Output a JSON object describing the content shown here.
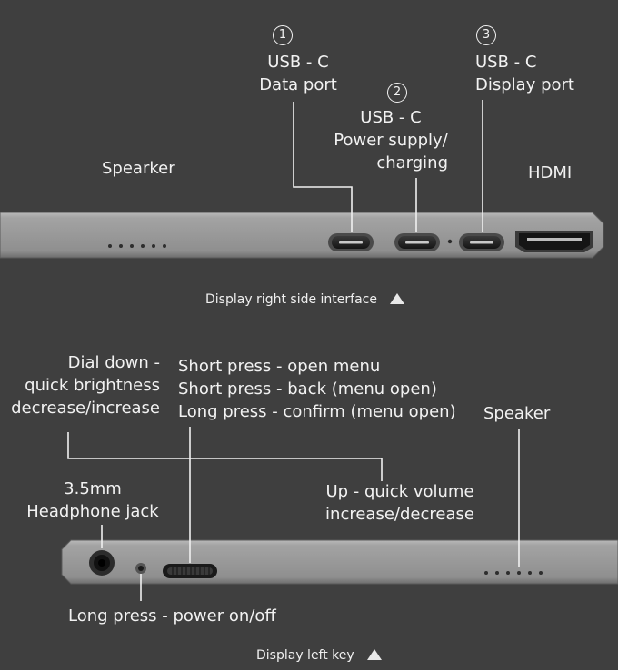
{
  "right_side": {
    "speaker_label": "Spearker",
    "port1": {
      "number": "1",
      "line1": "USB - C",
      "line2": "Data port"
    },
    "port2": {
      "number": "2",
      "line1": "USB - C",
      "line2": "Power supply/",
      "line3": "charging"
    },
    "port3": {
      "number": "3",
      "line1": "USB - C",
      "line2": "Display port"
    },
    "hdmi_label": "HDMI",
    "caption": "Display right side interface"
  },
  "left_side": {
    "dial_label": {
      "line1": "Dial down -",
      "line2": "quick brightness",
      "line3": "decrease/increase"
    },
    "press_label": {
      "line1": "Short press - open menu",
      "line2": "Short press - back (menu open)",
      "line3": "Long press - confirm (menu open)"
    },
    "speaker_label": "Speaker",
    "up_label": {
      "line1": "Up - quick volume",
      "line2": "increase/decrease"
    },
    "jack_label": {
      "line1": "3.5mm",
      "line2": "Headphone jack"
    },
    "power_label": "Long press - power on/off",
    "caption": "Display left key"
  },
  "colors": {
    "background": "#3f3f3f",
    "device": "#9a9a9a",
    "port": "#1c1c1c",
    "line": "#f0f0f0"
  }
}
